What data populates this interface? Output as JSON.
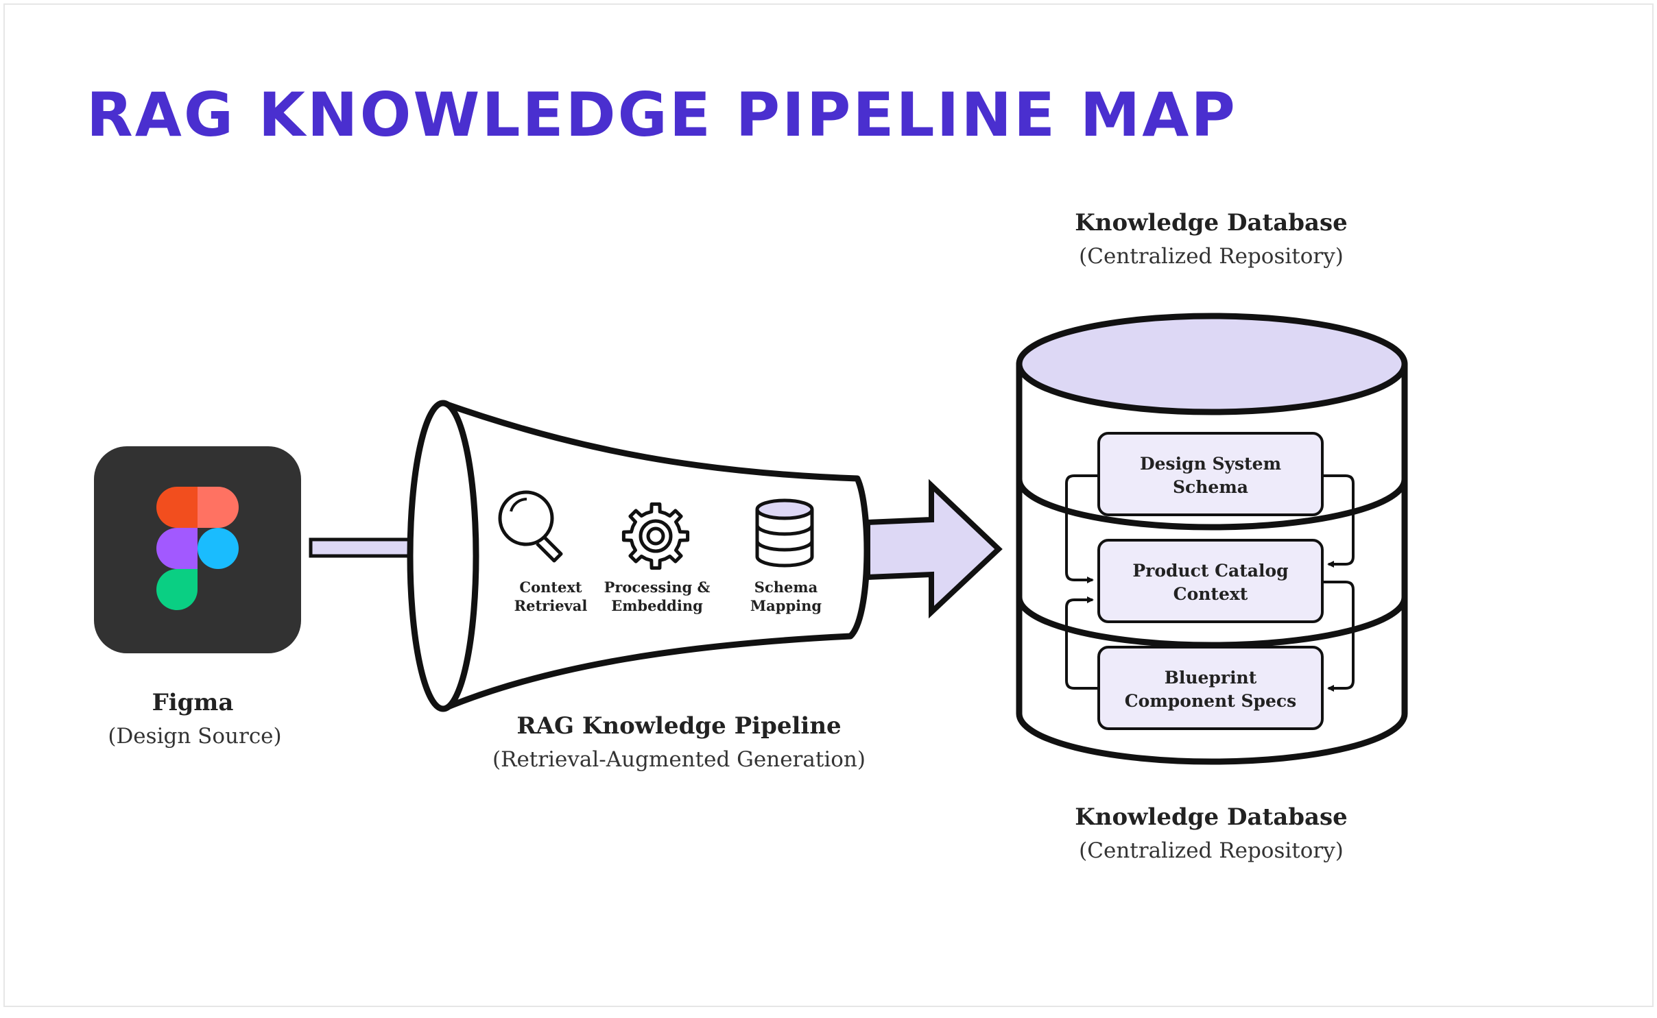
{
  "title": "RAG KNOWLEDGE PIPELINE MAP",
  "colors": {
    "title": "#4a2fcf",
    "stroke": "#111111",
    "lavender": "#ddd8f5",
    "box_fill": "#eeebfa",
    "figma_bg": "#323232",
    "figma_red": "#f24e1e",
    "figma_salmon": "#ff7262",
    "figma_purple": "#a259ff",
    "figma_blue": "#1abcfe",
    "figma_green": "#0acf83"
  },
  "figma": {
    "icon": "figma-logo-icon",
    "label": "Figma",
    "sublabel": "(Design Source)"
  },
  "pipeline": {
    "label": "RAG Knowledge Pipeline",
    "sublabel": "(Retrieval-Augmented Generation)",
    "stages": [
      {
        "icon": "magnifier-icon",
        "line1": "Context",
        "line2": "Retrieval"
      },
      {
        "icon": "gear-icon",
        "line1": "Processing &",
        "line2": "Embedding"
      },
      {
        "icon": "database-icon",
        "line1": "Schema",
        "line2": "Mapping"
      }
    ]
  },
  "database": {
    "icon": "database-cylinder-icon",
    "label_top": "Knowledge Database",
    "sublabel_top": "(Centralized Repository)",
    "label_bottom": "Knowledge Database",
    "sublabel_bottom": "(Centralized Repository)",
    "boxes": [
      {
        "line1": "Design System",
        "line2": "Schema"
      },
      {
        "line1": "Product Catalog",
        "line2": "Context"
      },
      {
        "line1": "Blueprint",
        "line2": "Component Specs"
      }
    ]
  }
}
